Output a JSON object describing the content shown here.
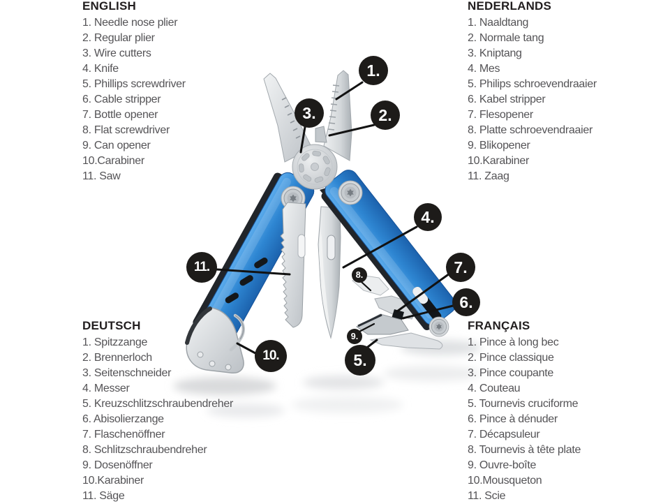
{
  "page": {
    "background": "#ffffff"
  },
  "colors": {
    "handle_blue": "#2e86d2",
    "handle_blue_light": "#54a4e6",
    "handle_blue_dark": "#1c62ad",
    "steel_light": "#f1f3f4",
    "steel_dark": "#b9bec3",
    "callout_black": "#1d1b19",
    "header_text": "#221e1f",
    "item_text": "#545356"
  },
  "languages": [
    {
      "title": "ENGLISH",
      "items": [
        "1. Needle nose plier",
        "2. Regular plier",
        "3. Wire cutters",
        "4. Knife",
        "5. Phillips screwdriver",
        "6. Cable stripper",
        "7. Bottle opener",
        "8. Flat screwdriver",
        "9. Can opener",
        "10.Carabiner",
        "11. Saw"
      ]
    },
    {
      "title": "NEDERLANDS",
      "items": [
        "1. Naaldtang",
        "2. Normale tang",
        "3. Kniptang",
        "4. Mes",
        "5. Philips schroevendraaier",
        "6. Kabel stripper",
        "7. Flesopener",
        "8. Platte schroevendraaier",
        "9. Blikopener",
        "10.Karabiner",
        "11. Zaag"
      ]
    },
    {
      "title": "DEUTSCH",
      "items": [
        "1. Spitzzange",
        "2. Brennerloch",
        "3. Seitenschneider",
        "4. Messer",
        "5. Kreuzschlitzschraubendreher",
        "6. Abisolierzange",
        "7. Flaschenöffner",
        "8. Schlitzschraubendreher",
        "9. Dosenöffner",
        "10.Karabiner",
        "11. Säge"
      ]
    },
    {
      "title": "FRANÇAIS",
      "items": [
        "1. Pince à long bec",
        "2. Pince classique",
        "3. Pince coupante",
        "4. Couteau",
        "5. Tournevis cruciforme",
        "6. Pince à dénuder",
        "7. Décapsuleur",
        "8. Tournevis à tête plate",
        "9. Ouvre-boîte",
        "10.Mousqueton",
        "11. Scie"
      ]
    }
  ],
  "callouts": [
    {
      "label": "1."
    },
    {
      "label": "2."
    },
    {
      "label": "3."
    },
    {
      "label": "4."
    },
    {
      "label": "5."
    },
    {
      "label": "6."
    },
    {
      "label": "7."
    },
    {
      "label": "8."
    },
    {
      "label": "9."
    },
    {
      "label": "10."
    },
    {
      "label": "11."
    }
  ]
}
